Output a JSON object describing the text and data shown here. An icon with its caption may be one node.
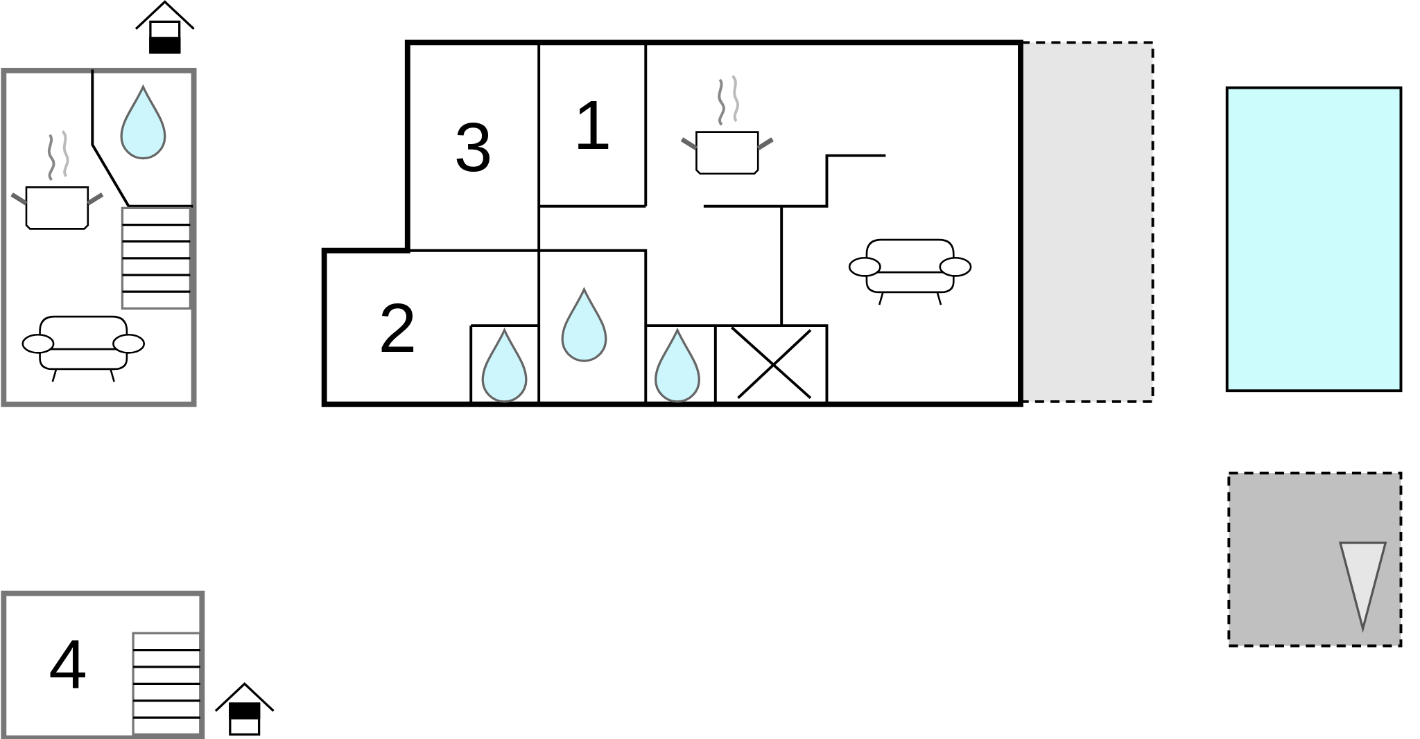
{
  "diagram": {
    "nodes": [
      {
        "text": [
          "3"
        ]
      },
      {
        "text": [
          "1"
        ]
      },
      {
        "text": [
          "2"
        ]
      },
      {
        "text": [
          "4"
        ]
      }
    ]
  }
}
